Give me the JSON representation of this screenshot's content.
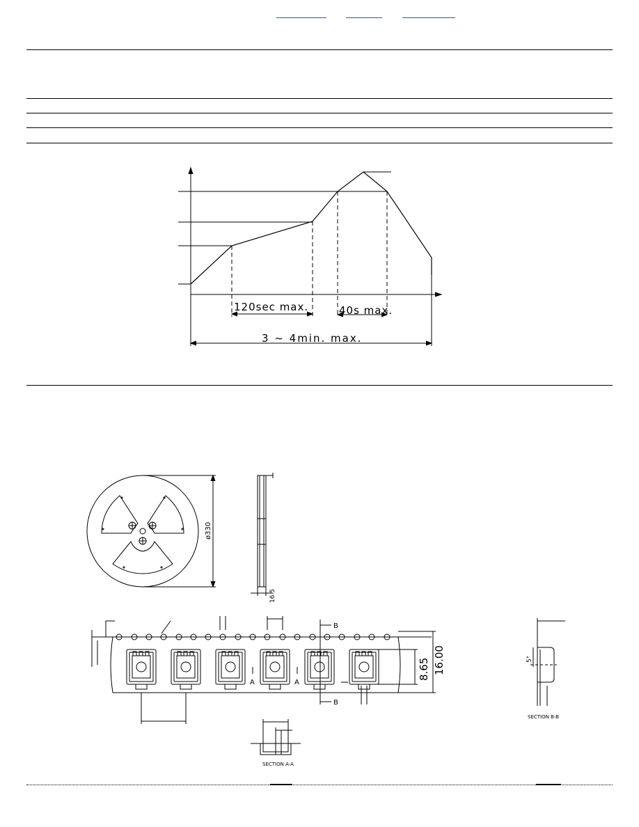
{
  "reflow_profile": {
    "preheat_duration_label": "120sec max.",
    "peak_duration_label": "40s max.",
    "total_duration_label": "3 ~ 4min. max."
  },
  "reel_drawing": {
    "diameter_label": "ø330",
    "side_width_label": "16.5"
  },
  "tape_drawing": {
    "section_marker_b": "B",
    "section_marker_a": "A",
    "pocket_pitch_label": "8.65",
    "tape_width_label": "16.00",
    "section_b_title": "SECTION B-B",
    "section_b_angle": "5°",
    "section_a_title": "SECTION A-A"
  },
  "colors": {
    "link": "#1a56d6",
    "line": "#000000"
  }
}
